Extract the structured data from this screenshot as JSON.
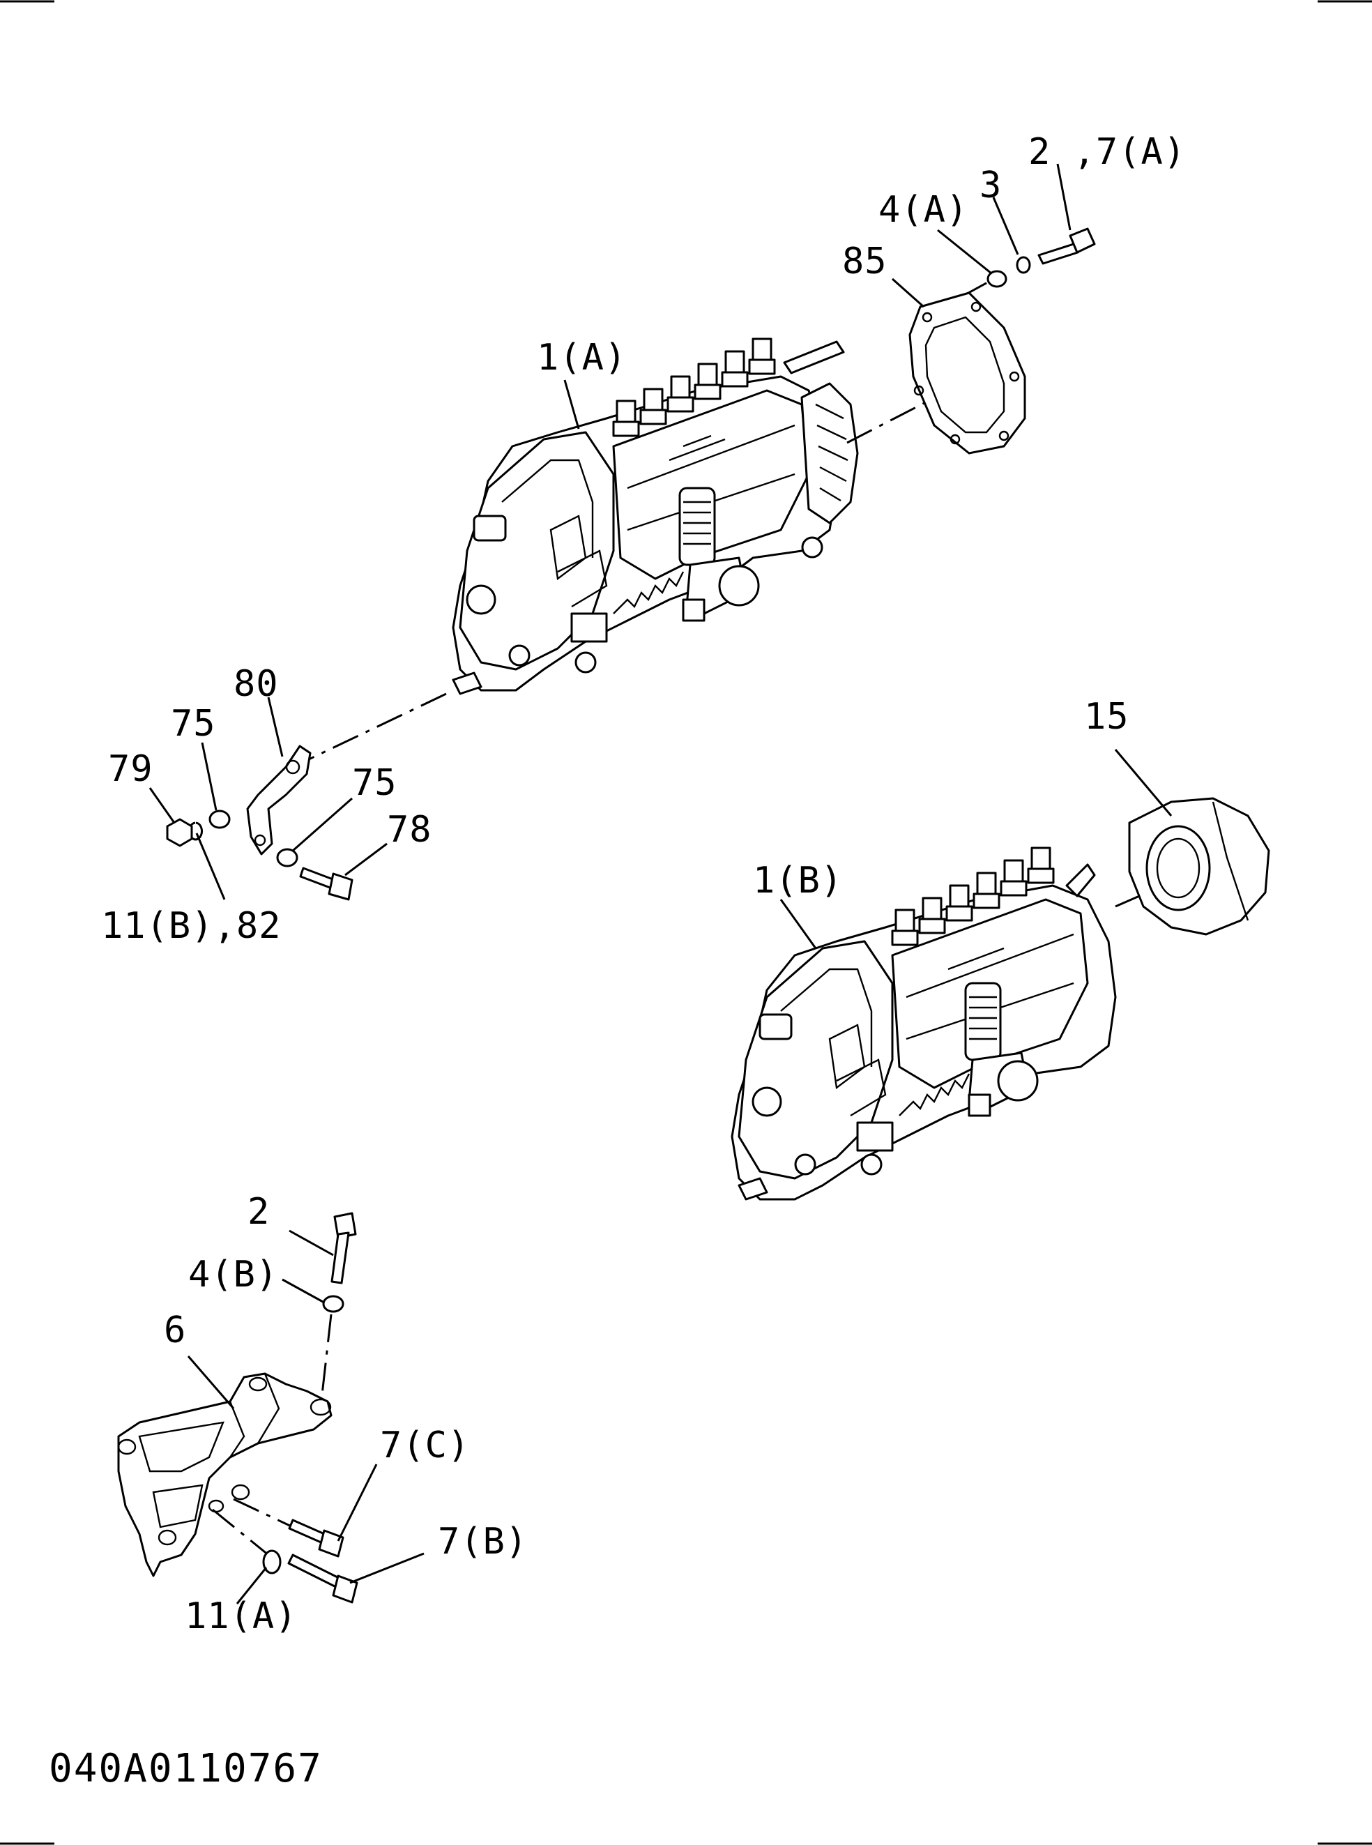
{
  "drawing": {
    "code": "040A0110767",
    "callouts": [
      {
        "id": "2_7A",
        "text": "2 ,7(A)"
      },
      {
        "id": "3",
        "text": "3"
      },
      {
        "id": "4A",
        "text": "4(A)"
      },
      {
        "id": "85",
        "text": "85"
      },
      {
        "id": "1A",
        "text": "1(A)"
      },
      {
        "id": "80",
        "text": "80"
      },
      {
        "id": "75a",
        "text": "75"
      },
      {
        "id": "79",
        "text": "79"
      },
      {
        "id": "75b",
        "text": "75"
      },
      {
        "id": "78",
        "text": "78"
      },
      {
        "id": "11B_82",
        "text": "11(B),82"
      },
      {
        "id": "15",
        "text": "15"
      },
      {
        "id": "1B",
        "text": "1(B)"
      },
      {
        "id": "2",
        "text": "2"
      },
      {
        "id": "4B",
        "text": "4(B)"
      },
      {
        "id": "6",
        "text": "6"
      },
      {
        "id": "7C",
        "text": "7(C)"
      },
      {
        "id": "7B",
        "text": "7(B)"
      },
      {
        "id": "11A",
        "text": "11(A)"
      }
    ]
  }
}
